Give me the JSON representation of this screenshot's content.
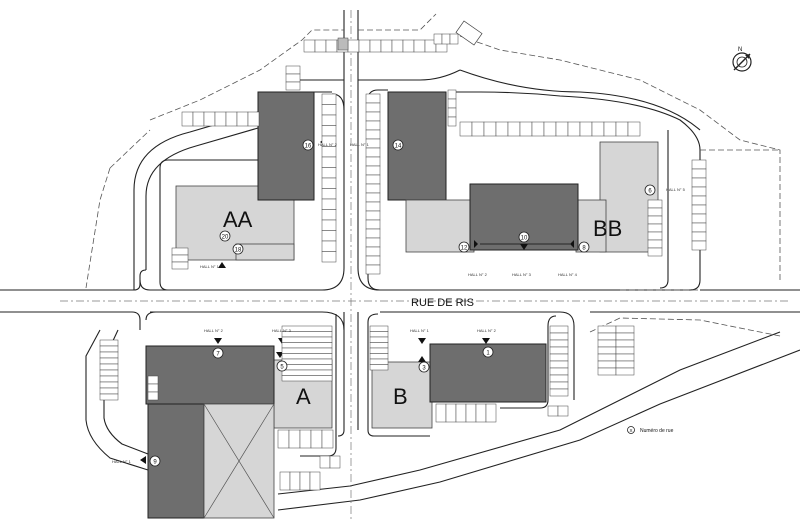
{
  "street": {
    "name": "RUE DE RIS"
  },
  "buildings": [
    {
      "id": "AA",
      "label": "AA"
    },
    {
      "id": "BB",
      "label": "BB"
    },
    {
      "id": "A",
      "label": "A"
    },
    {
      "id": "B",
      "label": "B"
    }
  ],
  "halls": [
    {
      "id": "hall-aa-2",
      "label": "HALL N° 2"
    },
    {
      "id": "hall-aa-1",
      "label": "HALL N° 1"
    },
    {
      "id": "hall-bb-1",
      "label": "HALL N° 1"
    },
    {
      "id": "hall-bb-5",
      "label": "HALL N° 5"
    },
    {
      "id": "hall-bb-2",
      "label": "HALL N° 2"
    },
    {
      "id": "hall-bb-3",
      "label": "HALL N° 3"
    },
    {
      "id": "hall-bb-4",
      "label": "HALL N° 4"
    },
    {
      "id": "hall-a-2",
      "label": "HALL N° 2"
    },
    {
      "id": "hall-a-3",
      "label": "HALL N° 3"
    },
    {
      "id": "hall-a-1",
      "label": "HALL N° 1"
    },
    {
      "id": "hall-b-1",
      "label": "HALL N° 1"
    },
    {
      "id": "hall-b-2",
      "label": "HALL N° 2"
    }
  ],
  "street_numbers": [
    "16",
    "14",
    "20",
    "18",
    "10",
    "12",
    "8",
    "6",
    "7",
    "5",
    "9",
    "3",
    "1"
  ],
  "legend": {
    "symbol": "X",
    "text": "Numéro de rue"
  },
  "compass": {
    "label": "N"
  }
}
